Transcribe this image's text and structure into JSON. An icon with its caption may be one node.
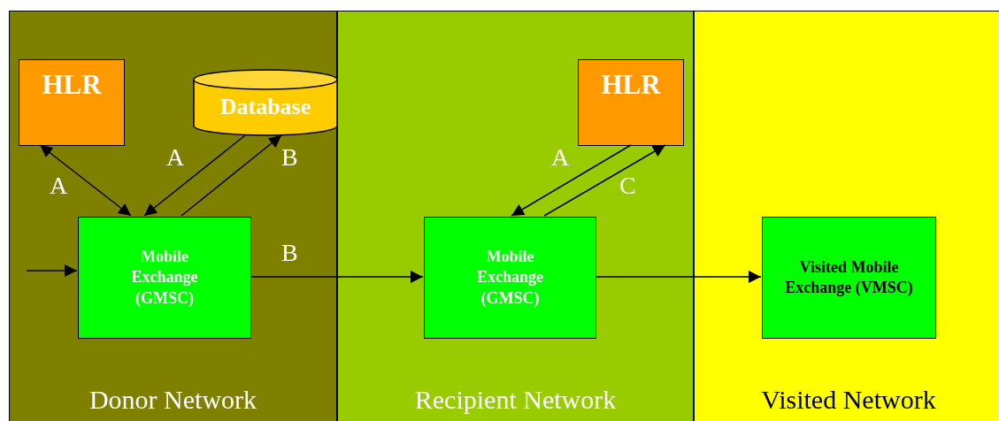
{
  "diagram": {
    "nodes": [
      {
        "text": [
          "Donor Network"
        ]
      },
      {
        "text": [
          "HLR"
        ],
        "in": 0
      },
      {
        "text": [
          "Database"
        ],
        "in": 0
      },
      {
        "text": [
          "Mobile Exchange (GMSC)"
        ],
        "in": 0
      },
      {
        "text": [
          "Recipient Network"
        ]
      },
      {
        "text": [
          "HLR"
        ],
        "in": 4
      },
      {
        "text": [
          "Mobile Exchange (GMSC)"
        ],
        "in": 4
      },
      {
        "text": [
          "Visited Network"
        ]
      },
      {
        "text": [
          "Visited Mobile Exchange (VMSC)"
        ],
        "in": 7
      }
    ],
    "edges": [
      {
        "from": null,
        "to": 3,
        "arrow": "to"
      },
      {
        "from": 1,
        "to": 3,
        "arrow": "both",
        "label": "A"
      },
      {
        "from": 2,
        "to": 3,
        "arrow": "to",
        "label": "A"
      },
      {
        "from": 3,
        "to": 2,
        "arrow": "to",
        "label": "B"
      },
      {
        "from": 3,
        "to": 6,
        "arrow": "to",
        "label": "B"
      },
      {
        "from": 5,
        "to": 6,
        "arrow": "to",
        "label": "A"
      },
      {
        "from": 6,
        "to": 5,
        "arrow": "to",
        "label": "C"
      },
      {
        "from": 6,
        "to": 8,
        "arrow": "to"
      }
    ]
  }
}
